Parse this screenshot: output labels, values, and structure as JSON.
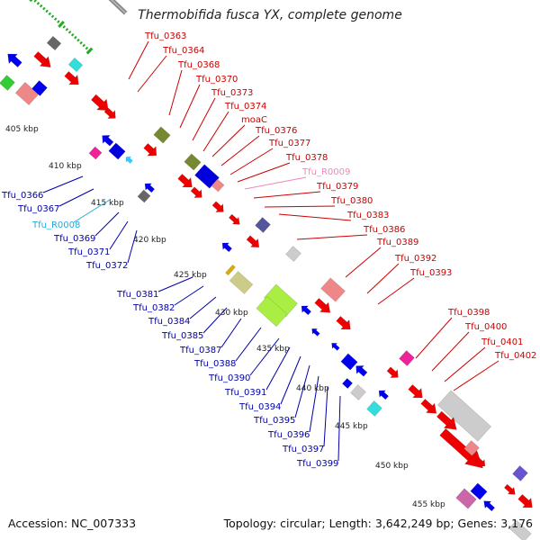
{
  "title": "Thermobifida fusca YX, complete genome",
  "accession": "Accession: NC_007333",
  "topology": "Topology: circular; Length: 3,642,249 bp; Genes: 3,176",
  "colors": {
    "forward_label": "#cc0000",
    "reverse_label": "#0000aa",
    "rna_forward_label": "#ee88bb",
    "rna_reverse_label": "#22aadd",
    "backbone": "#888888",
    "tick": "#22aa22"
  },
  "kbp_ticks": [
    "405 kbp",
    "410 kbp",
    "415 kbp",
    "420 kbp",
    "425 kbp",
    "430 kbp",
    "435 kbp",
    "440 kbp",
    "445 kbp",
    "450 kbp",
    "455 kbp"
  ],
  "forward_genes": [
    "Tfu_0363",
    "Tfu_0364",
    "Tfu_0368",
    "Tfu_0370",
    "Tfu_0373",
    "Tfu_0374",
    "moaC",
    "Tfu_0376",
    "Tfu_0377",
    "Tfu_0378",
    "Tfu_R0009",
    "Tfu_0379",
    "Tfu_0380",
    "Tfu_0383",
    "Tfu_0386",
    "Tfu_0389",
    "Tfu_0392",
    "Tfu_0393",
    "Tfu_0398",
    "Tfu_0400",
    "Tfu_0401",
    "Tfu_0402"
  ],
  "reverse_genes": [
    "Tfu_0366",
    "Tfu_0367",
    "Tfu_R0008",
    "Tfu_0369",
    "Tfu_0371",
    "Tfu_0372",
    "Tfu_0381",
    "Tfu_0382",
    "Tfu_0384",
    "Tfu_0385",
    "Tfu_0387",
    "Tfu_0388",
    "Tfu_0390",
    "Tfu_0391",
    "Tfu_0394",
    "Tfu_0395",
    "Tfu_0396",
    "Tfu_0397",
    "Tfu_0399"
  ]
}
